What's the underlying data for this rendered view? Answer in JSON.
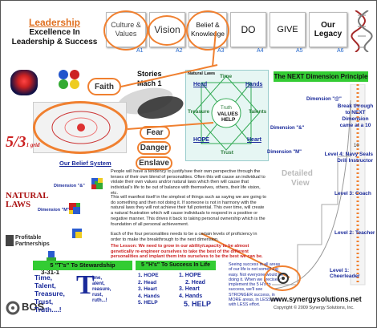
{
  "header": {
    "leadership": "Leadership",
    "subtitle_line1": "Excellence In",
    "subtitle_line2": "Leadership & Success",
    "boxes": [
      {
        "label": "Culture & Values",
        "tag": "A1"
      },
      {
        "label": "Vision",
        "tag": "A2"
      },
      {
        "label": "Belief & Knowledge",
        "tag": "A3"
      },
      {
        "label": "DO",
        "tag": "A4"
      },
      {
        "label": "GIVE",
        "tag": "A5"
      },
      {
        "label": "Our Legacy",
        "tag": "A6"
      }
    ]
  },
  "left": {
    "faith": "Faith",
    "stories": "Stories",
    "mach": "Mach 1",
    "fear": "Fear",
    "danger": "Danger",
    "enslave": "Enslave",
    "belief_system": "Our Belief System",
    "five_thirty_one": "5/3",
    "five_thirty_one_small": "1 grid",
    "natural_laws": "NATURAL LAWS",
    "dimension_amp": "Dimension \"&\"",
    "dimension_m": "Dimension \"M\"",
    "profitable": "Profitable",
    "partnerships": "Partnerships",
    "three_one_one": "3-31-1",
    "bos": "BOS"
  },
  "diagram": {
    "natural_laws": "Natural Laws",
    "time": "Time",
    "head": "Head",
    "hands": "Hands",
    "treasure": "Treasure",
    "truth": "Truth",
    "values": "VALUES",
    "help": "HELP",
    "talents": "Talents",
    "hope": "HOPE",
    "heart": "Heart",
    "trust": "Trust"
  },
  "body_text": {
    "p1": "People will have a tendency to justify/see their own perspective through the lenses of their own blend of personalities. Often this will cause an individual to violate their own values and/or natural laws which then will cause that individual's life to be out of balance with themselves, others, their life vision, etc.",
    "p2": "This will manifest itself in the simplest of things such as saying we are going to do something and then not doing it. If someone is not in harmony with the natural laws they will not achieve their full potential. This over time, will create a natural frustration which will cause individuals to respond in a positive or negative manner. This drives it back to taking personal ownership which is the foundation of all personal achievement.",
    "p3": "Each of the four personalities needs to be a certain levels of proficiency in order to make the breakthrough to the next dimension.",
    "lesson": "The Lesson: We need to grow in our ability/capacity to be almost genetically re-engineer ourselves to take the best of the different personalities and implant them into ourselves to be the best we can be."
  },
  "right": {
    "next_dimension": "The NEXT Dimension Principle",
    "dimension_at": "Dimension \"@\"",
    "dimension_amp": "Dimension \"&\"",
    "dimension_m": "Dimension \"M\"",
    "breakthrough": "Break through to NEXT Dimension came at a 10",
    "level4": "Level 4: Navy Seals Drill Instructor",
    "level3": "Level 3: Coach",
    "level2": "Level 2: Teacher",
    "level1": "Level 1: Cheerleader",
    "detailed": "Detailed",
    "view": "View",
    "number": "10"
  },
  "stewardship": {
    "title": "5 \"T's\" To Stewardship",
    "items": [
      "Time,",
      "Talent,",
      "Treasure,",
      "Trust,",
      "Truth....!"
    ],
    "t_items": [
      "ime,",
      "alent,",
      "reasure,",
      "rust,",
      "ruth...!"
    ]
  },
  "success": {
    "title": "5 \"H's\" To Success In Life",
    "left_items": [
      "1. HOPE",
      "2. Head",
      "3. Heart",
      "4. Hands",
      "5. HELP"
    ],
    "right_items": [
      "1. HOPE",
      "2. Head",
      "3. Heart",
      "4. Hands",
      "5. HELP"
    ]
  },
  "seeing_text": "Seeing success in all areas of our life is not something easy. Not everyone would be doing it. When we precisely implement the 5 H's to success, we'll see STRONGER success, in MORE areas, in LESS time, with LESS effort.",
  "footer": {
    "url": "www.synergysolutions.net",
    "copyright": "Copyright © 2009 Synergy Solutions, Inc."
  },
  "colors": {
    "accent_orange": "#f08030",
    "navy": "#1a2a9a",
    "green_banner": "#33cc33",
    "red": "#cc2222"
  }
}
